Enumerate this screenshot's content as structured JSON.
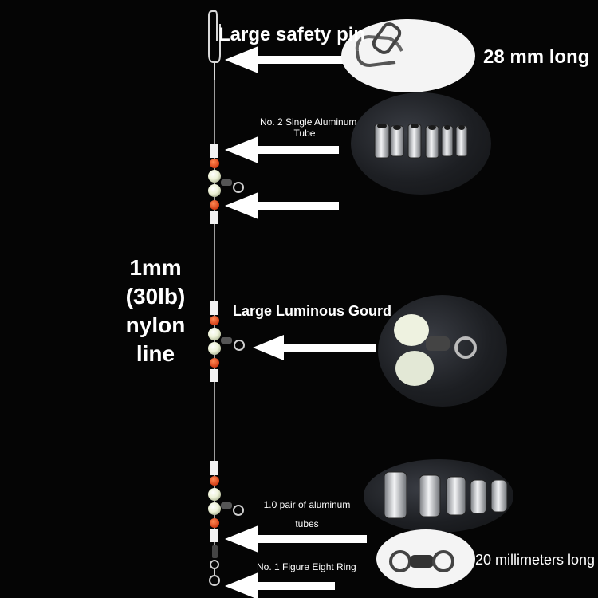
{
  "labels": {
    "safety_pin": "Large safety pin",
    "pin_length": "28 mm long",
    "aluminum_tube_line1": "No. 2 Single Aluminum",
    "aluminum_tube_line2": "Tube",
    "line_spec_1": "1mm",
    "line_spec_2": "(30lb)",
    "line_spec_3": "nylon",
    "line_spec_4": "line",
    "luminous_gourd": "Large Luminous Gourd",
    "pair_tubes_line1": "1.0 pair of aluminum",
    "pair_tubes_line2": "tubes",
    "figure_eight": "No. 1 Figure Eight Ring",
    "ring_length": "20 millimeters long"
  },
  "colors": {
    "background": "#050505",
    "line": "#cfcfcf",
    "tube": "#f2f2f2",
    "red_bead": "#e84a1c",
    "glow_bead": "#eef2d8",
    "arrow": "#ffffff"
  },
  "icons": {
    "pin": "safety-pin-icon",
    "tube": "aluminum-tube-icon",
    "bead": "luminous-bead-icon",
    "swivel": "swivel-icon"
  }
}
